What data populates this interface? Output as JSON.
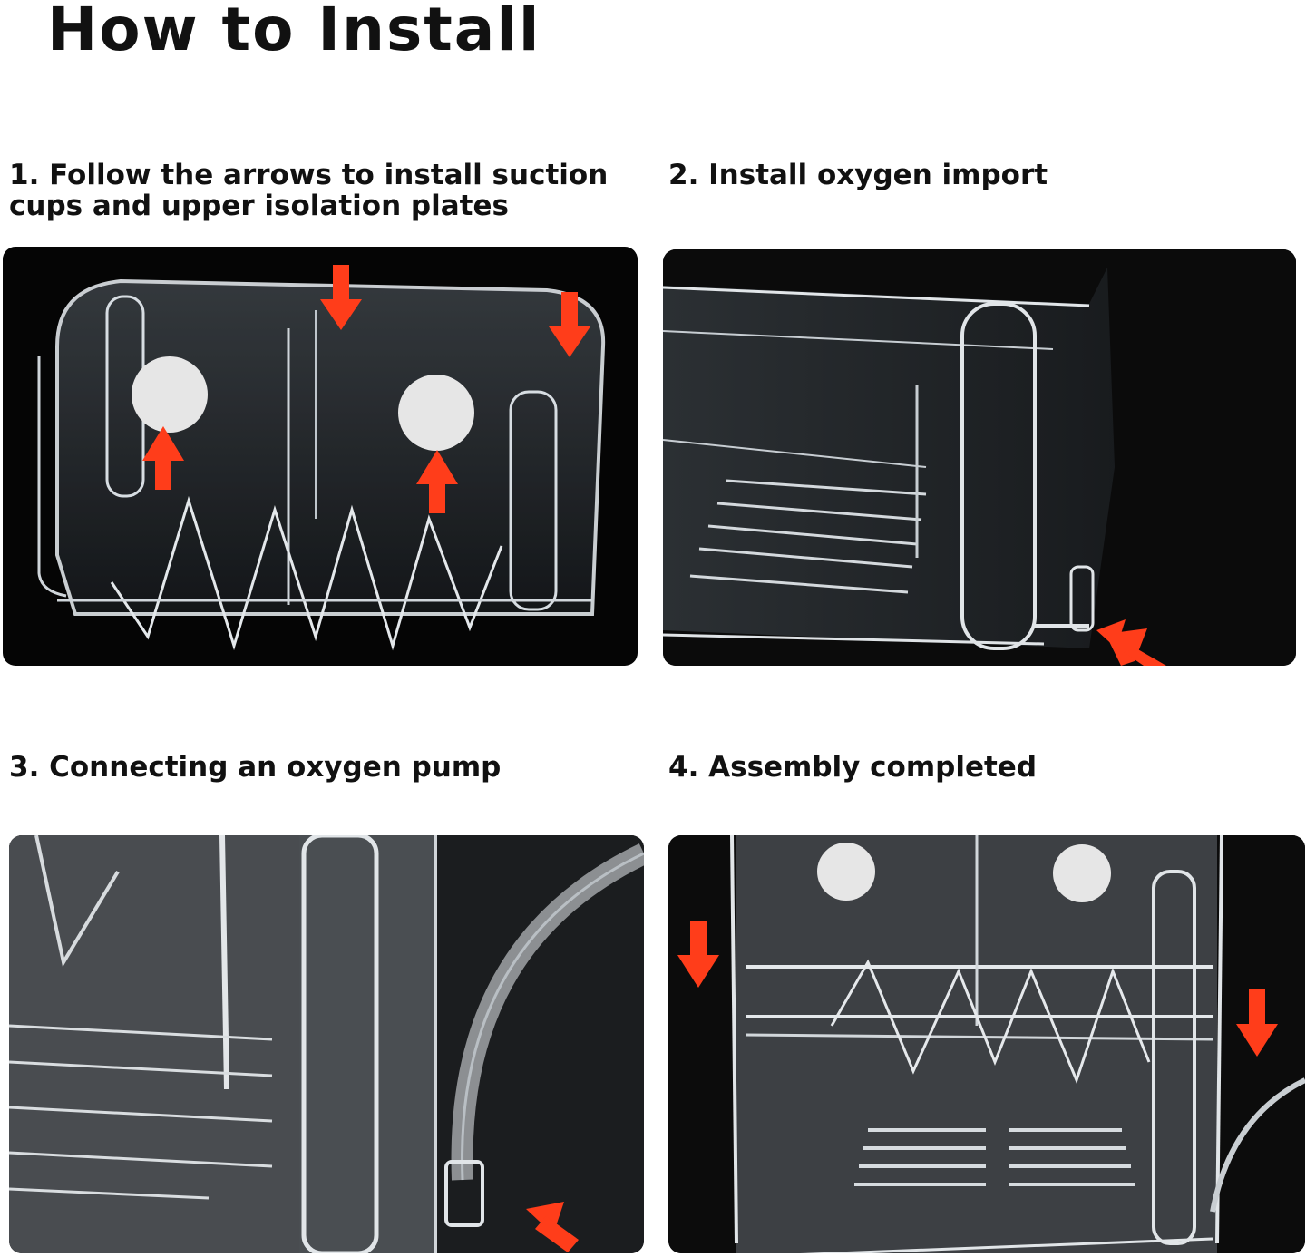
{
  "title": "How to Install",
  "steps": [
    {
      "label": "1. Follow the arrows to install suction cups and upper isolation plates"
    },
    {
      "label": "2. Install oxygen import"
    },
    {
      "label": "3. Connecting an oxygen pump"
    },
    {
      "label": "4. Assembly completed"
    }
  ],
  "colors": {
    "arrow": "#ff3d1a",
    "panel_bg": "#050505",
    "plastic": "#e9edf0"
  },
  "icons": [
    "down-arrow-icon",
    "up-arrow-icon",
    "diagonal-arrow-icon",
    "suction-cup-icon"
  ]
}
